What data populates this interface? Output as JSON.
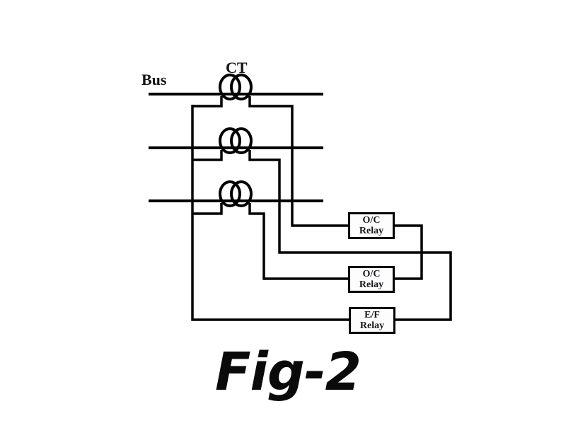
{
  "figure": {
    "bus_label": "Bus",
    "ct_label": "CT",
    "relays": [
      {
        "id": "oc-relay-1",
        "title": "O/C",
        "subtitle": "Relay"
      },
      {
        "id": "oc-relay-2",
        "title": "O/C",
        "subtitle": "Relay"
      },
      {
        "id": "ef-relay",
        "title": "E/F",
        "subtitle": "Relay"
      }
    ],
    "caption": "Fig-2",
    "colors": {
      "line": "#000000",
      "text": "#141414",
      "background": "#ffffff"
    }
  }
}
